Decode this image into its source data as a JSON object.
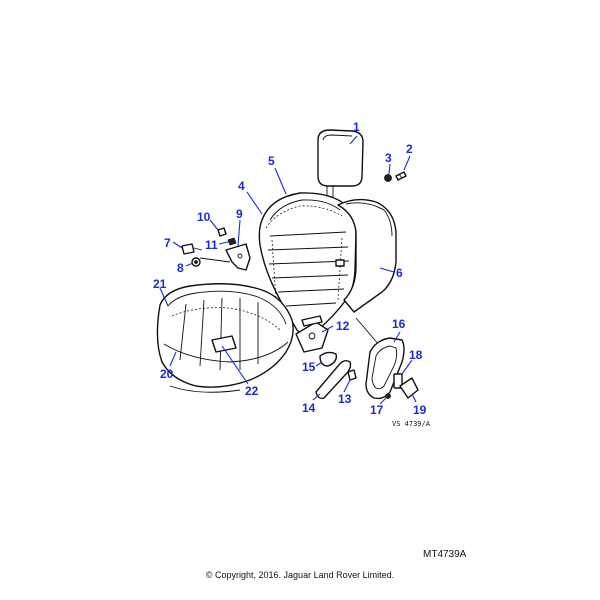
{
  "diagram": {
    "callouts": [
      {
        "id": "1",
        "label": "1"
      },
      {
        "id": "2",
        "label": "2"
      },
      {
        "id": "3",
        "label": "3"
      },
      {
        "id": "4",
        "label": "4"
      },
      {
        "id": "5",
        "label": "5"
      },
      {
        "id": "6",
        "label": "6"
      },
      {
        "id": "7",
        "label": "7"
      },
      {
        "id": "8",
        "label": "8"
      },
      {
        "id": "9",
        "label": "9"
      },
      {
        "id": "10",
        "label": "10"
      },
      {
        "id": "11",
        "label": "11"
      },
      {
        "id": "12",
        "label": "12"
      },
      {
        "id": "13",
        "label": "13"
      },
      {
        "id": "14",
        "label": "14"
      },
      {
        "id": "15",
        "label": "15"
      },
      {
        "id": "16",
        "label": "16"
      },
      {
        "id": "17",
        "label": "17"
      },
      {
        "id": "18",
        "label": "18"
      },
      {
        "id": "19",
        "label": "19"
      },
      {
        "id": "20",
        "label": "20"
      },
      {
        "id": "21",
        "label": "21"
      },
      {
        "id": "22",
        "label": "22"
      }
    ],
    "drawing_ref": "VS 4739/A",
    "colors": {
      "callout": "#1a2bd6",
      "line": "#111111"
    }
  },
  "footer": {
    "code": "MT4739A",
    "copyright": "© Copyright, 2016. Jaguar Land Rover Limited."
  }
}
